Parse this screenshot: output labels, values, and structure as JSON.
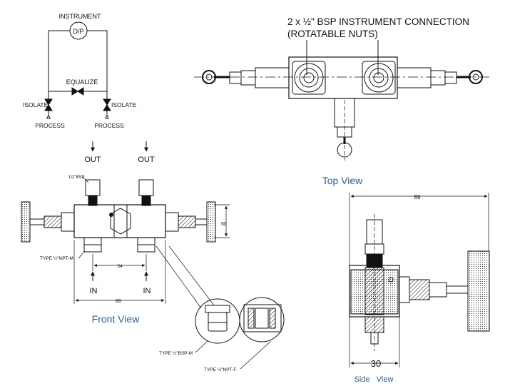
{
  "schematic": {
    "instrument": "INSTRUMENT",
    "dp": "D/P",
    "equalize": "EQUALIZE",
    "isolate_left": "ISOLATE",
    "isolate_right": "ISOLATE",
    "process_left": "PROCESS",
    "process_right": "PROCESS"
  },
  "top_view": {
    "callout_line1": "2 x ½\" BSP INSTRUMENT CONNECTION",
    "callout_line2": "(ROTATABLE NUTS)",
    "caption": "Top View"
  },
  "front_view": {
    "out_left": "OUT",
    "out_right": "OUT",
    "bsp_label": "1/2\"BSP",
    "height_dim": "50",
    "npt_m_label": "TYPE ½\"NPT-M",
    "port_spacing": "54",
    "in_left": "IN",
    "in_right": "IN",
    "width_dim": "86",
    "caption": "Front View"
  },
  "details": {
    "bsp_m_label": "TYPE ½\"BSP-M",
    "npt_f_label": "TYPE ½\"NPT-F"
  },
  "side_view": {
    "width_dim": "89",
    "depth_dim": "30",
    "caption": "Side   View"
  },
  "colors": {
    "caption": "#2a5d9a",
    "line": "#111111"
  }
}
